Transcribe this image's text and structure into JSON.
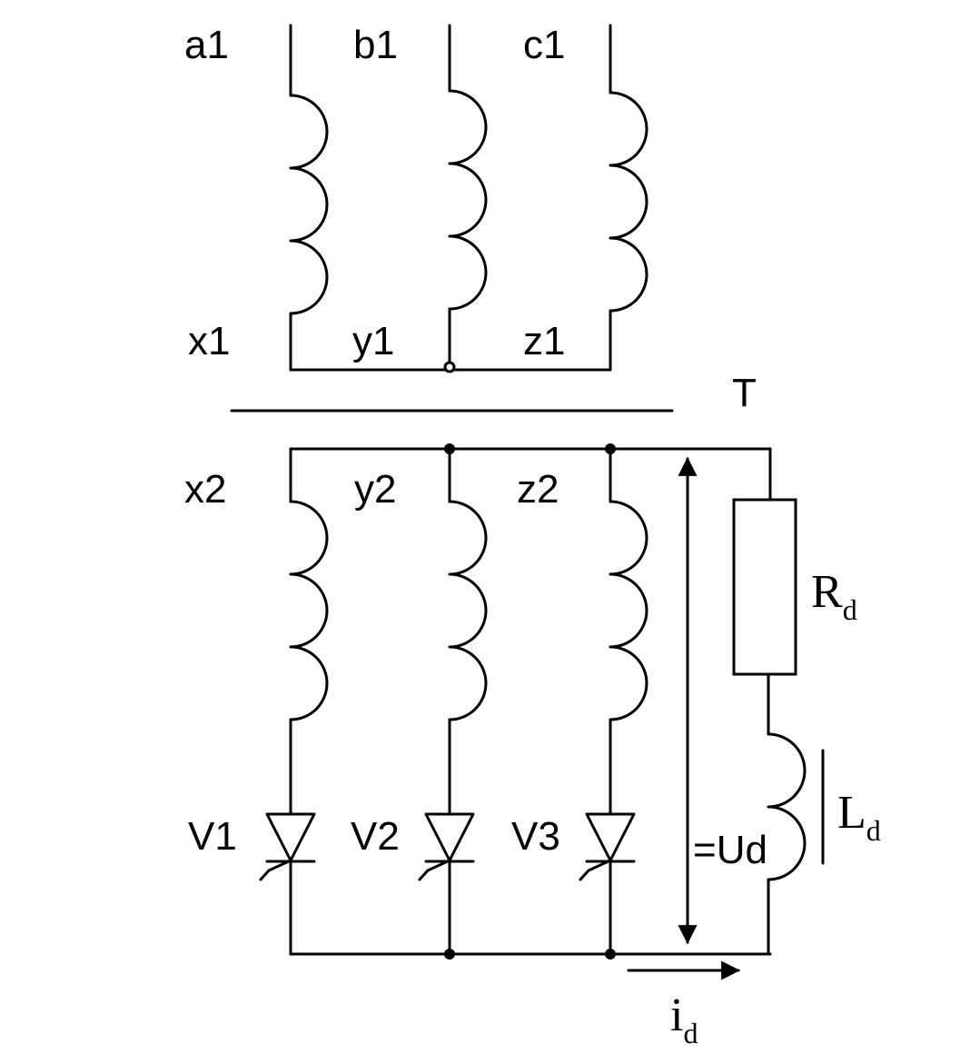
{
  "terminals": {
    "a1": "a1",
    "b1": "b1",
    "c1": "c1",
    "x1": "x1",
    "y1": "y1",
    "z1": "z1",
    "x2": "x2",
    "y2": "y2",
    "z2": "z2"
  },
  "transformer": {
    "label": "T"
  },
  "thyristors": {
    "v1": "V1",
    "v2": "V2",
    "v3": "V3"
  },
  "load": {
    "resistor_symbol": "R",
    "resistor_subscript": "d",
    "inductor_symbol": "L",
    "inductor_subscript": "d"
  },
  "voltage": {
    "label": "=Ud"
  },
  "current": {
    "symbol": "i",
    "subscript": "d"
  }
}
